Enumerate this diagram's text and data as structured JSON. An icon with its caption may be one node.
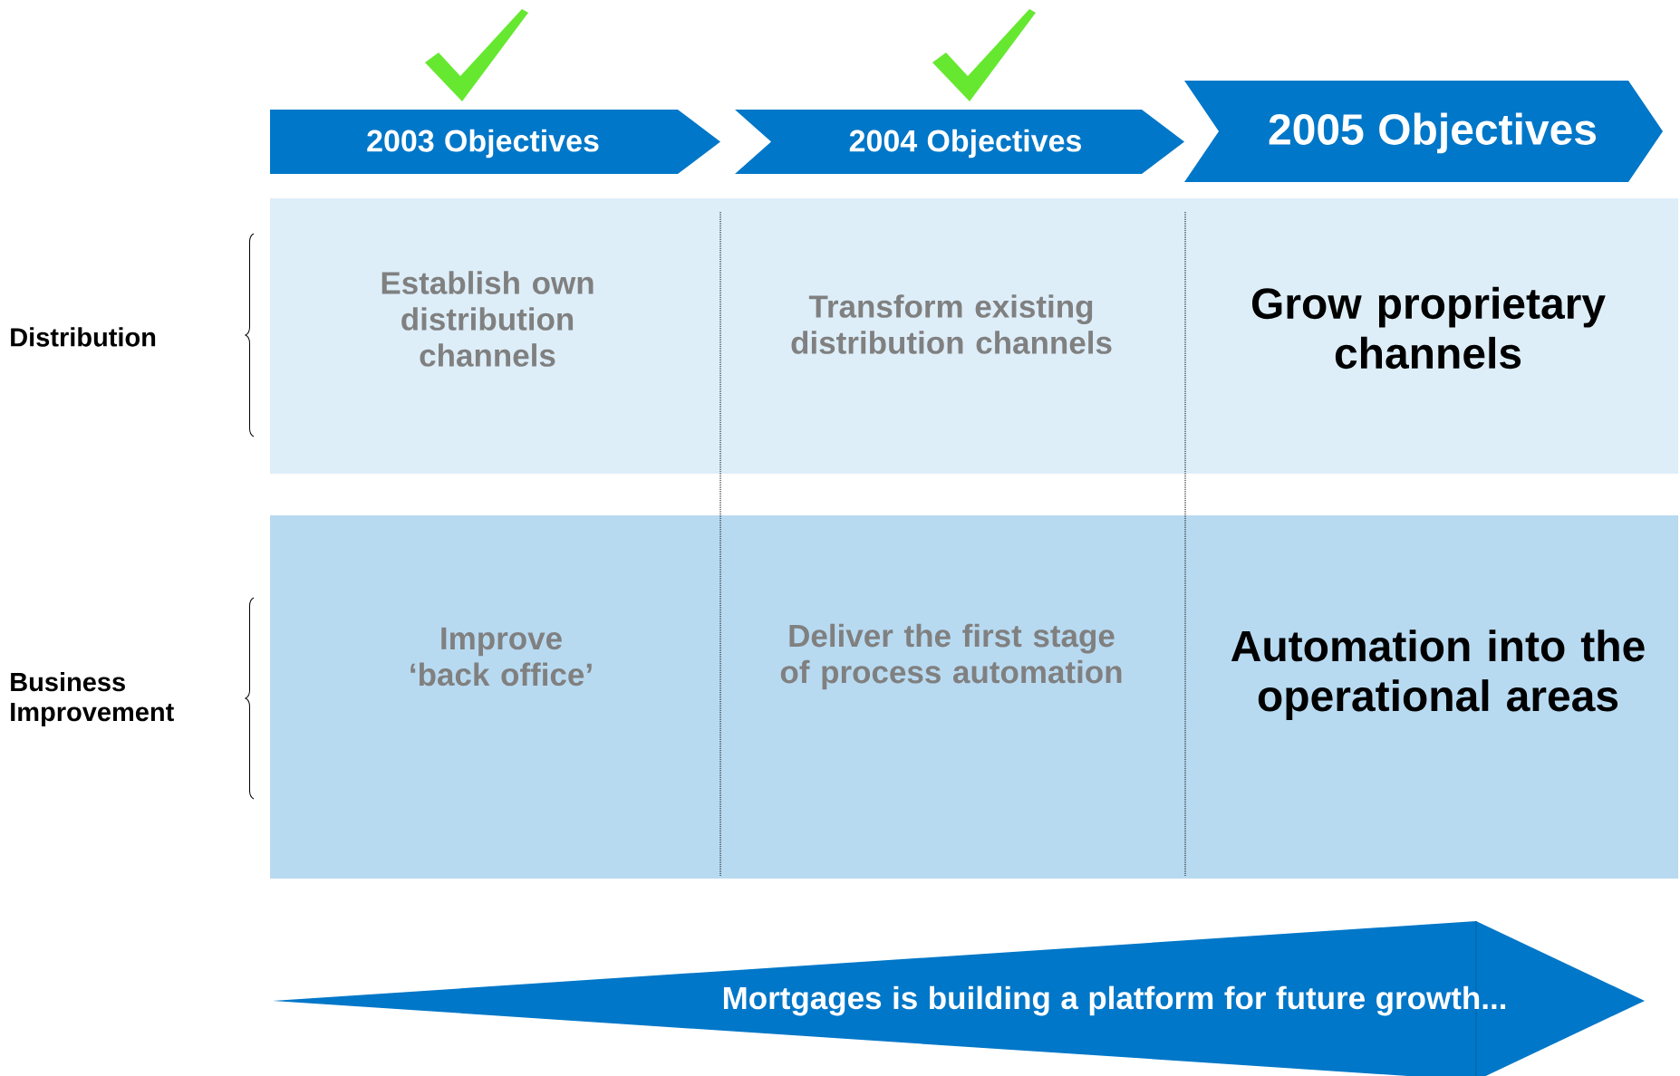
{
  "diagram": {
    "nodes": [
      {
        "text": [
          "2003 Objectives"
        ]
      },
      {
        "text": [
          "2004 Objectives"
        ]
      },
      {
        "text": [
          "2005 Objectives"
        ]
      },
      {
        "text": [
          "Establish own distribution channels"
        ]
      },
      {
        "text": [
          "Transform existing distribution channels"
        ]
      },
      {
        "text": [
          "Grow proprietary channels"
        ]
      },
      {
        "text": [
          "Improve ‘back office’"
        ]
      },
      {
        "text": [
          "Deliver the first stage of process automation"
        ]
      },
      {
        "text": [
          "Automation into the operational areas"
        ]
      },
      {
        "text": [
          "Mortgages is building a platform for future growth..."
        ]
      }
    ],
    "labels": [
      "Distribution",
      "Business Improvement"
    ]
  }
}
